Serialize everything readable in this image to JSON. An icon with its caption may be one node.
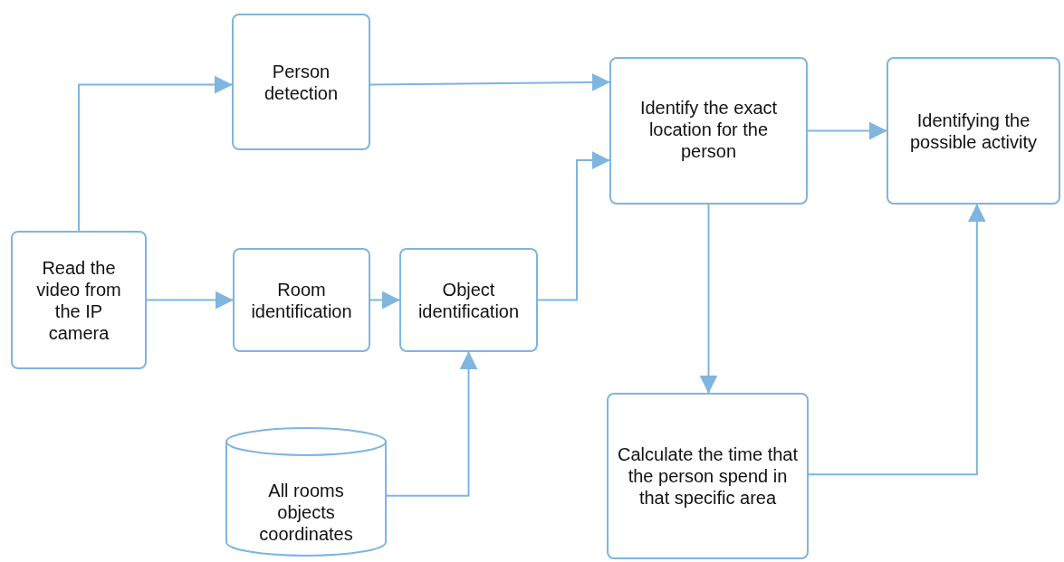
{
  "diagram": {
    "nodes": [
      {
        "text": [
          "Read the video from the IP camera"
        ]
      },
      {
        "text": [
          "Person detection"
        ]
      },
      {
        "text": [
          "Room identification"
        ]
      },
      {
        "text": [
          "Object identification"
        ]
      },
      {
        "text": [
          "All rooms objects coordinates"
        ]
      },
      {
        "text": [
          "Identify the exact location for the person"
        ]
      },
      {
        "text": [
          "Identifying the possible activity"
        ]
      },
      {
        "text": [
          "Calculate the time that the person spend in that specific area"
        ]
      }
    ],
    "edges": [
      {
        "from": 0,
        "to": 1,
        "arrow": "to"
      },
      {
        "from": 0,
        "to": 2,
        "arrow": "to"
      },
      {
        "from": 2,
        "to": 3,
        "arrow": "to"
      },
      {
        "from": 4,
        "to": 3,
        "arrow": "to"
      },
      {
        "from": 1,
        "to": 5,
        "arrow": "to"
      },
      {
        "from": 3,
        "to": 5,
        "arrow": "to"
      },
      {
        "from": 5,
        "to": 6,
        "arrow": "to"
      },
      {
        "from": 5,
        "to": 7,
        "arrow": "to"
      },
      {
        "from": 7,
        "to": 6,
        "arrow": "to"
      }
    ]
  }
}
